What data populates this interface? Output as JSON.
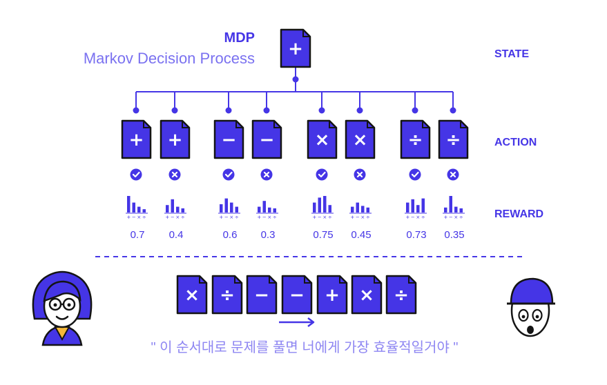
{
  "header": {
    "title": "MDP",
    "subtitle": "Markov Decision Process"
  },
  "colors": {
    "accent": "#4535E6",
    "text_subtitle": "#7A71F0",
    "caption": "#8E86F2",
    "ink": "#141414",
    "face_skin": "#FFFFFF",
    "shirt": "#F5B83A"
  },
  "rows": {
    "state": "STATE",
    "action": "ACTION",
    "reward": "REWARD"
  },
  "state_card": {
    "symbol": "+"
  },
  "actions": [
    {
      "symbol": "+",
      "status": "check-icon",
      "reward": "0.7",
      "bars": [
        1.0,
        0.6,
        0.35,
        0.2
      ]
    },
    {
      "symbol": "+",
      "status": "x-icon",
      "reward": "0.4",
      "bars": [
        0.45,
        0.8,
        0.35,
        0.25
      ]
    },
    {
      "symbol": "−",
      "status": "check-icon",
      "reward": "0.6",
      "bars": [
        0.5,
        0.85,
        0.6,
        0.35
      ]
    },
    {
      "symbol": "−",
      "status": "x-icon",
      "reward": "0.3",
      "bars": [
        0.35,
        0.7,
        0.3,
        0.25
      ]
    },
    {
      "symbol": "×",
      "status": "check-icon",
      "reward": "0.75",
      "bars": [
        0.6,
        0.9,
        1.0,
        0.45
      ]
    },
    {
      "symbol": "×",
      "status": "x-icon",
      "reward": "0.45",
      "bars": [
        0.35,
        0.6,
        0.4,
        0.3
      ]
    },
    {
      "symbol": "÷",
      "status": "check-icon",
      "reward": "0.73",
      "bars": [
        0.6,
        0.8,
        0.45,
        0.85
      ]
    },
    {
      "symbol": "÷",
      "status": "x-icon",
      "reward": "0.35",
      "bars": [
        0.3,
        1.0,
        0.35,
        0.25
      ]
    }
  ],
  "bar_axis_labels": [
    "+",
    "−",
    "×",
    "÷"
  ],
  "sequence": [
    "×",
    "÷",
    "−",
    "−",
    "+",
    "×",
    "÷"
  ],
  "caption": "\" 이 순서대로 문제를 풀면 너에게 가장 효율적일거야 \""
}
